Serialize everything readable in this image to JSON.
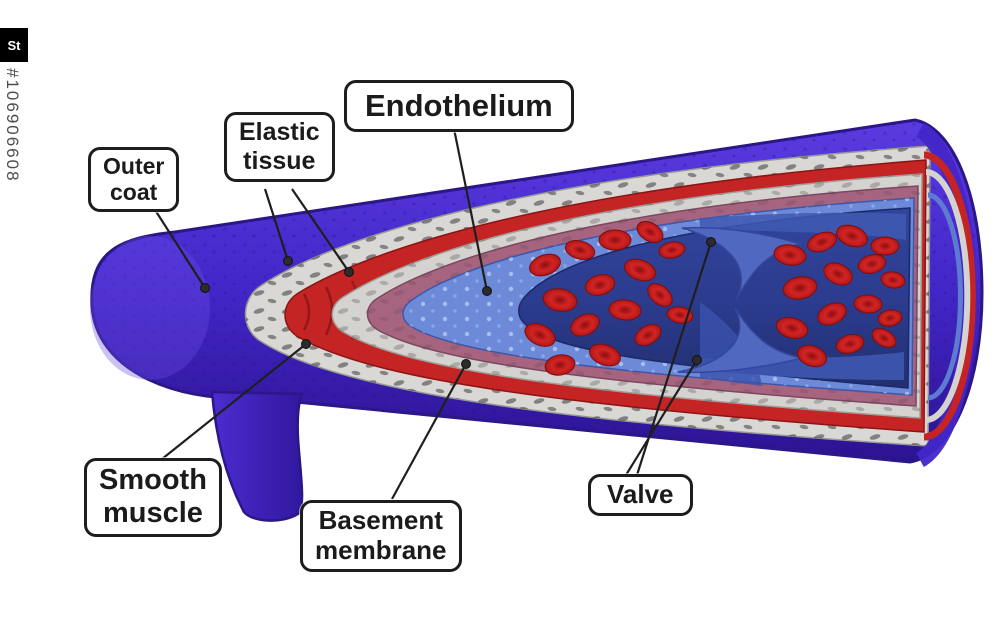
{
  "watermark": {
    "logo_text": "St",
    "asset_id": "#106906608"
  },
  "labels": {
    "outer_coat": {
      "line1": "Outer",
      "line2": "coat"
    },
    "elastic_tissue": {
      "line1": "Elastic",
      "line2": "tissue"
    },
    "endothelium": {
      "text": "Endothelium"
    },
    "smooth_muscle": {
      "line1": "Smooth",
      "line2": "muscle"
    },
    "basement_membrane": {
      "line1": "Basement",
      "line2": "membrane"
    },
    "valve": {
      "text": "Valve"
    }
  },
  "colors": {
    "outer_coat_purple": "#4527cc",
    "elastic_tissue_gray": "#dad8d5",
    "smooth_muscle_red": "#c42424",
    "basement_membrane_gray": "#d5d3d0",
    "media_mauve": "#a7647f",
    "endothelium_blue": "#6c8ad8",
    "lumen_navy": "#2c3c8f",
    "blood_cell_red": "#d01818",
    "background": "#ffffff",
    "annotation_line": "#1f1f1f"
  }
}
